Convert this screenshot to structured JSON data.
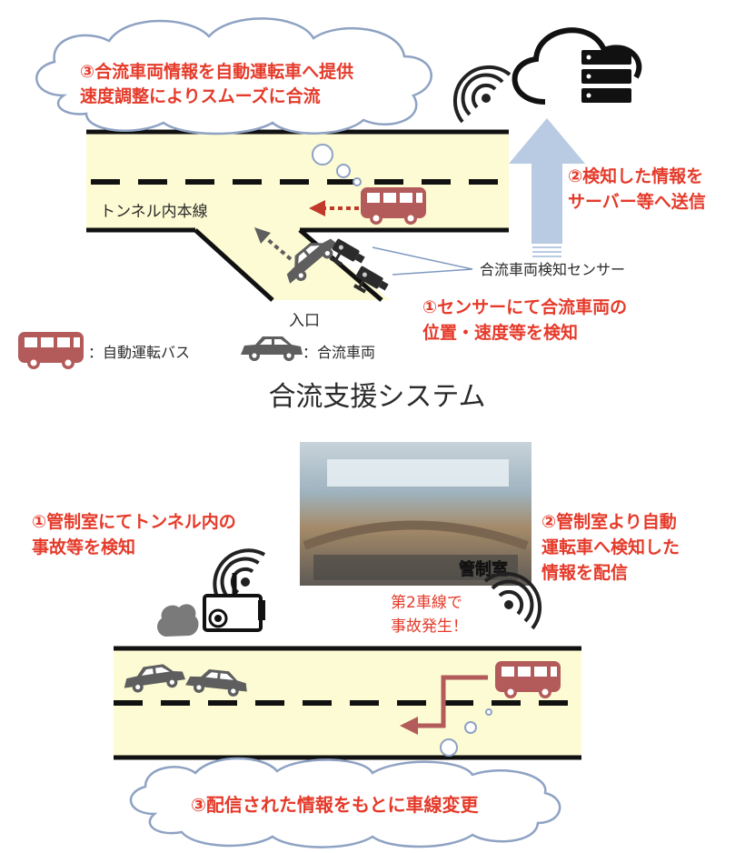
{
  "top": {
    "title": "合流支援システム",
    "cloud_line1": "③合流車両情報を自動運転車へ提供",
    "cloud_line2": "速度調整によりスムーズに合流",
    "step2_line1": "②検知した情報を",
    "step2_line2": "サーバー等へ送信",
    "tunnel_label": "トンネル内本線",
    "sensor_label": "合流車両検知センサー",
    "step1_line1": "①センサーにて合流車両の",
    "step1_line2": "位置・速度等を検知",
    "entrance_label": "入口",
    "legend_bus": "：自動運転バス",
    "legend_car": "：合流車両"
  },
  "bottom": {
    "step1_line1": "①管制室にてトンネル内の",
    "step1_line2": "事故等を検知",
    "control_room_label": "管制室",
    "step2_line1": "②管制室より自動",
    "step2_line2": "運転車へ検知した",
    "step2_line3": "情報を配信",
    "accident_line1": "第2車線で",
    "accident_line2": "事故発生！",
    "cloud_text": "③配信された情報をもとに車線変更"
  },
  "colors": {
    "road": "#fdfbd3",
    "bus": "#b35a5a",
    "car": "#5e5e5e",
    "accent_red": "#e53a2a",
    "arrow_blue": "#b8cbe2"
  },
  "icons": [
    "cloud-server-icon",
    "wireless-signal-icon",
    "camera-sensor-icon",
    "bus-icon",
    "car-icon",
    "surveillance-camera-icon",
    "smoke-icon"
  ]
}
